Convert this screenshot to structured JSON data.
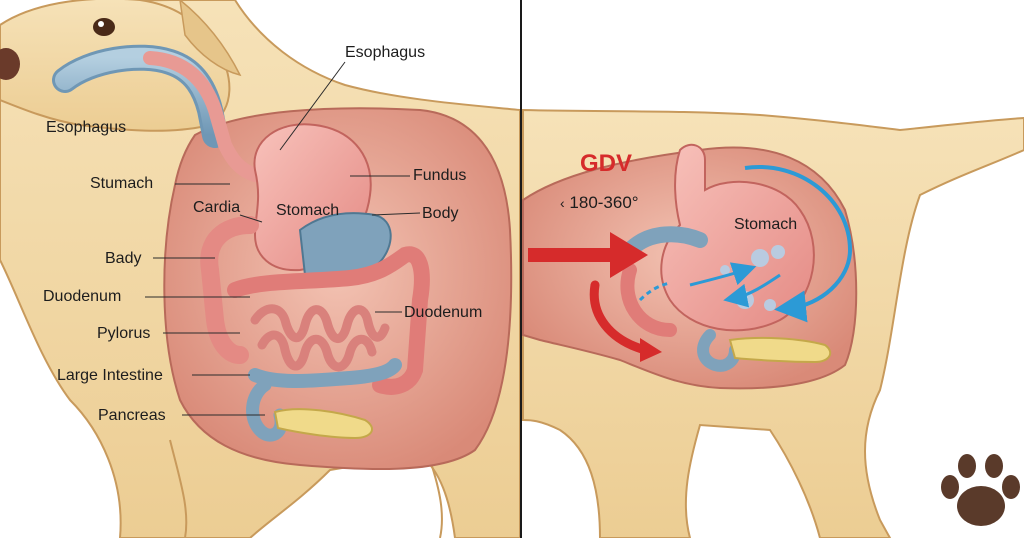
{
  "left_panel": {
    "labels": {
      "esophagus_top": "Esophagus",
      "esophagus_left": "Esophagus",
      "stumach": "Stumach",
      "fundus": "Fundus",
      "cardia": "Cardia",
      "stomach": "Stomach",
      "body_right": "Body",
      "body_left": "Bady",
      "duodenum_left": "Duodenum",
      "duodenum_right": "Duodenum",
      "pylorus": "Pylorus",
      "large_intestine": "Large Intestine",
      "pancreas": "Pancreas"
    }
  },
  "right_panel": {
    "title": "GDV",
    "rotation": "180-360°",
    "stomach_label": "Stomach"
  },
  "colors": {
    "fur": "#f3d9a8",
    "fur_outline": "#c89a5c",
    "cavity": "#e9a590",
    "stomach": "#f2a8a2",
    "intestine": "#e69290",
    "esophagus": "#8fb3cc",
    "pancreas": "#f0da8a",
    "red_arrow": "#d62b2b",
    "blue_arrow": "#2c9ad6",
    "paw": "#5a3a2a"
  },
  "icons": [
    "paw-icon",
    "red-arrow-icon",
    "blue-rotation-arrow-icon"
  ]
}
